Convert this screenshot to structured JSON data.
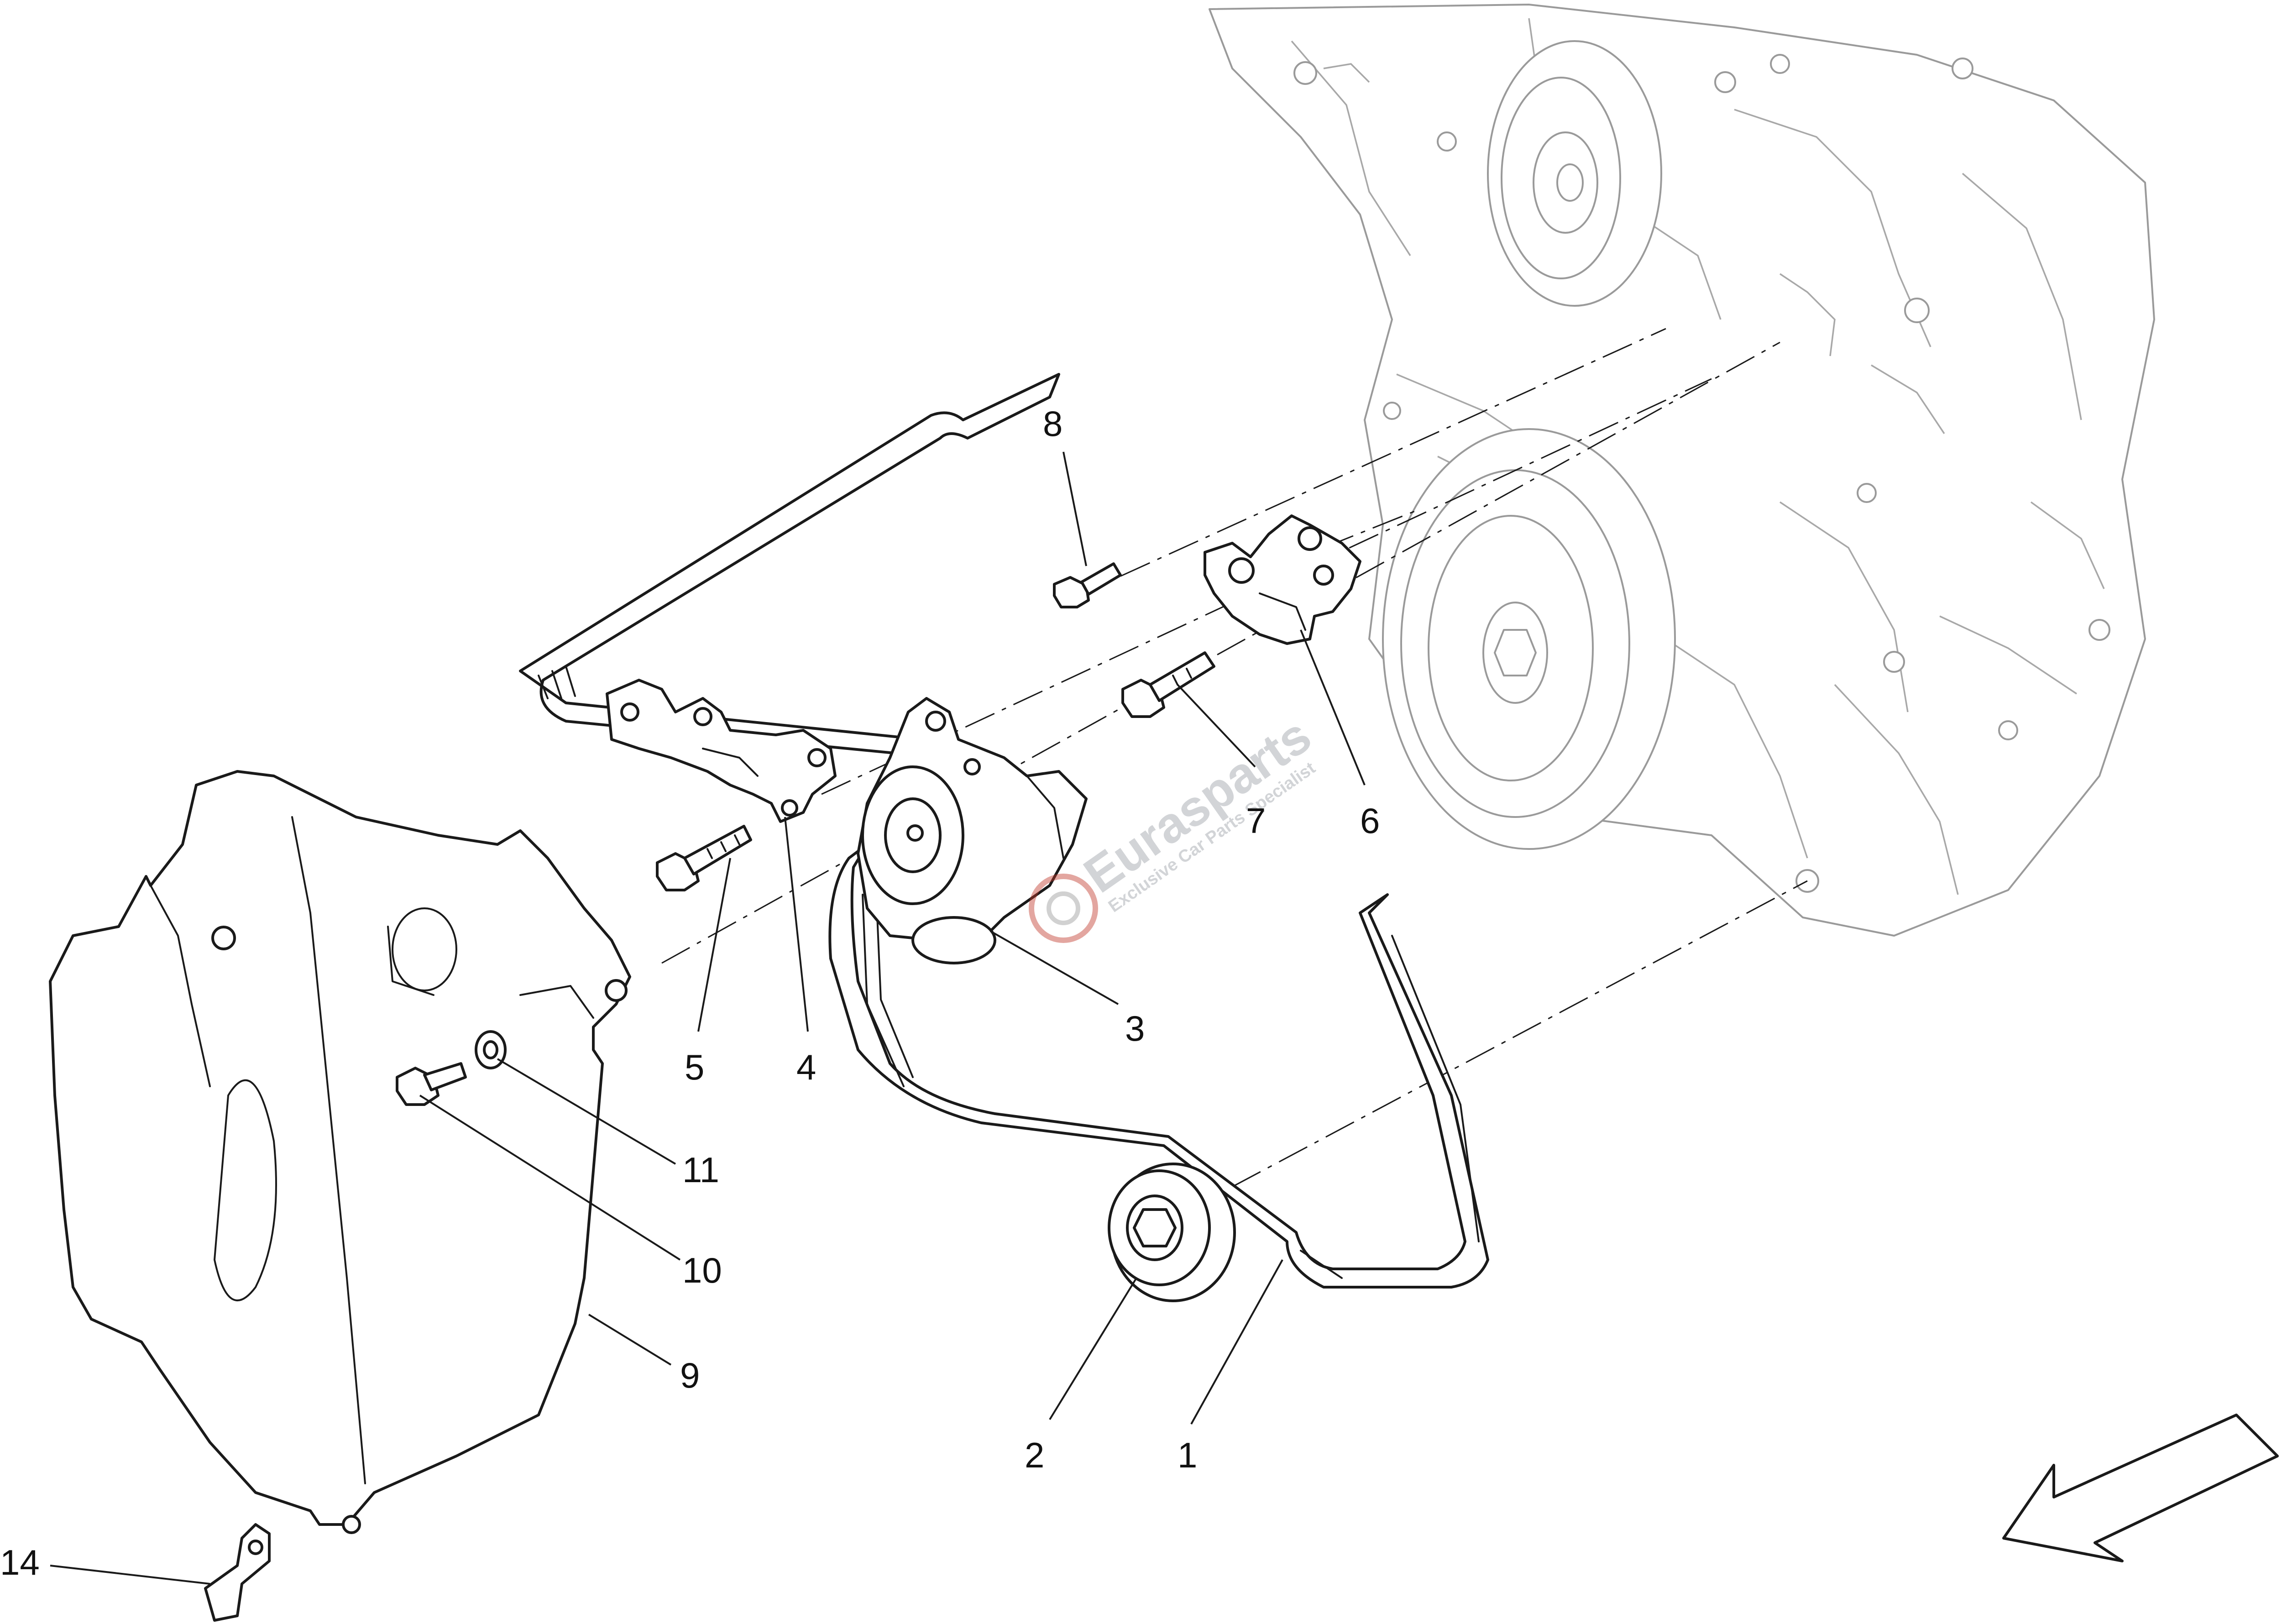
{
  "callouts": [
    {
      "id": "c1",
      "label": "1"
    },
    {
      "id": "c2",
      "label": "2"
    },
    {
      "id": "c3",
      "label": "3"
    },
    {
      "id": "c4",
      "label": "4"
    },
    {
      "id": "c5",
      "label": "5"
    },
    {
      "id": "c6",
      "label": "6"
    },
    {
      "id": "c7",
      "label": "7"
    },
    {
      "id": "c8",
      "label": "8"
    },
    {
      "id": "c9",
      "label": "9"
    },
    {
      "id": "c10",
      "label": "10"
    },
    {
      "id": "c11",
      "label": "11"
    },
    {
      "id": "c14",
      "label": "14"
    }
  ],
  "watermark": {
    "brand": "Eurasparts",
    "tagline": "Exclusive Car Parts Specialist"
  }
}
